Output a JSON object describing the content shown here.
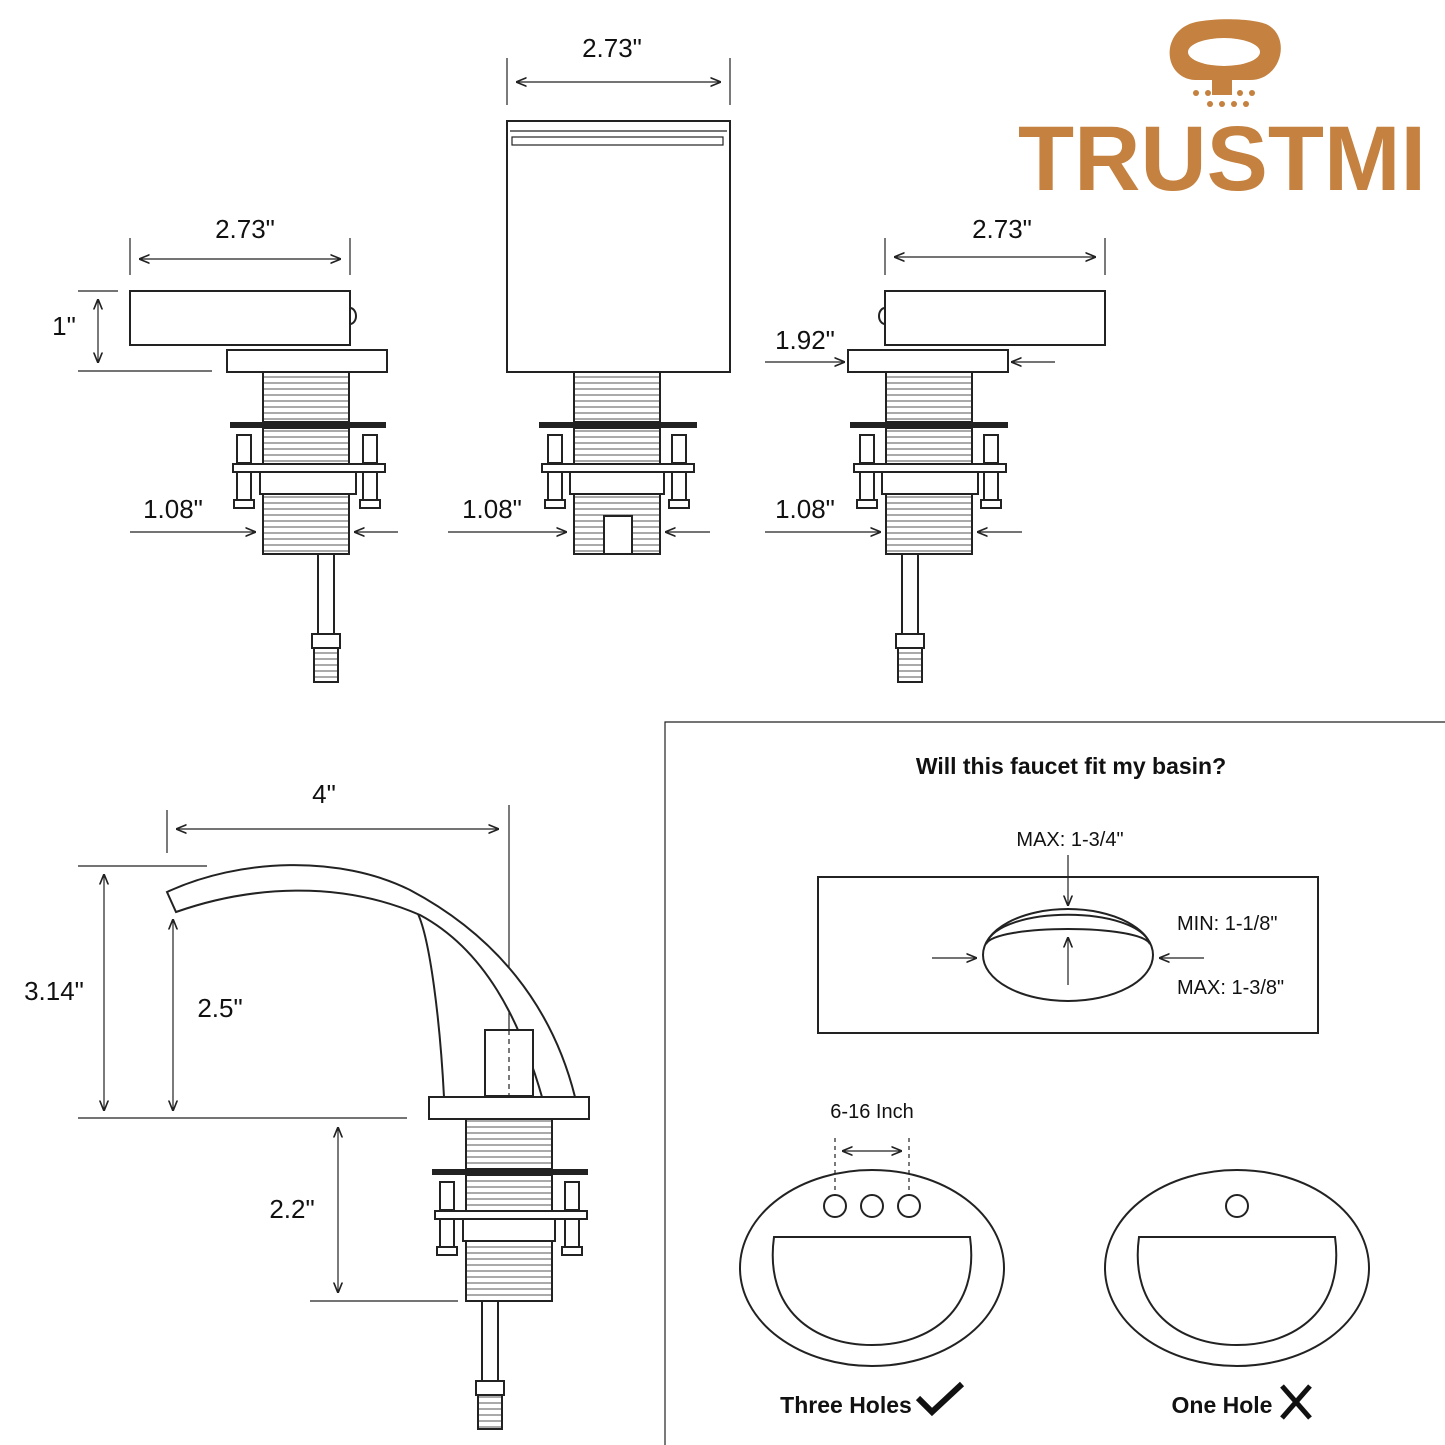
{
  "logo": {
    "text": "TRUSTMI",
    "color": "#c4813f"
  },
  "left_view": {
    "width_label": "2.73\"",
    "height_label": "1\"",
    "shank_label": "1.08\""
  },
  "middle_view": {
    "width_label": "2.73\"",
    "shank_label": "1.08\""
  },
  "right_view": {
    "width_label": "2.73\"",
    "base_label": "1.92\"",
    "shank_label": "1.08\""
  },
  "side_view": {
    "reach_label": "4\"",
    "height_label": "3.14\"",
    "spout_clearance_label": "2.5\"",
    "shank_length_label": "2.2\""
  },
  "fit_panel": {
    "title": "Will this faucet fit my basin?",
    "max_thickness": "MAX: 1-3/4\"",
    "min_hole": "MIN: 1-1/8\"",
    "max_hole": "MAX: 1-3/8\"",
    "spread_label": "6-16 Inch",
    "three_holes_label": "Three Holes",
    "one_hole_label": "One Hole"
  }
}
